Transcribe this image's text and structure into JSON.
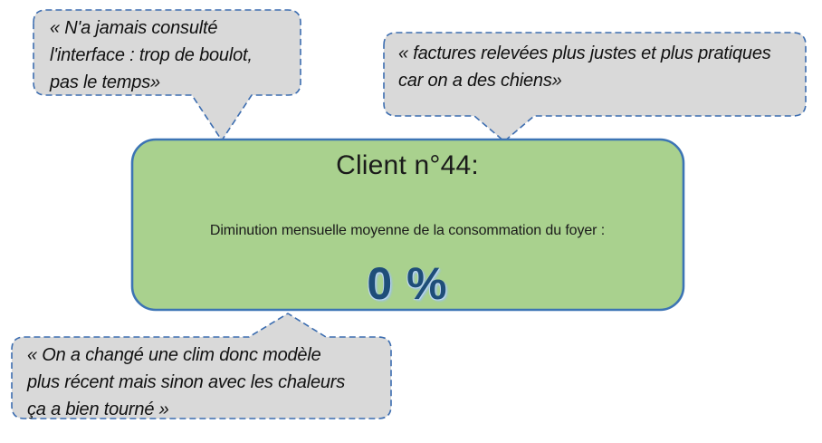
{
  "diagram": {
    "type": "callout-diagram",
    "colors": {
      "card_fill": "#A9D18E",
      "card_border": "#3C74B4",
      "bubble_fill": "#D9D9D9",
      "bubble_border": "#3C6DB0",
      "value_text": "#1F4E79",
      "value_outline": "#BDD7EE"
    }
  },
  "card": {
    "title": "Client n°44:",
    "subtitle": "Diminution mensuelle moyenne de la consommation du foyer :",
    "value": "0 %"
  },
  "callouts": [
    {
      "id": "quote-top-left",
      "text": "« N'a jamais consulté\nl'interface : trop de boulot,\npas le temps»"
    },
    {
      "id": "quote-top-right",
      "text": "« factures relevées plus justes et plus pratiques\ncar on a des chiens»"
    },
    {
      "id": "quote-bottom-left",
      "text": "« On a changé une clim donc modèle\nplus récent mais sinon avec les chaleurs\nça a bien tourné »"
    }
  ]
}
